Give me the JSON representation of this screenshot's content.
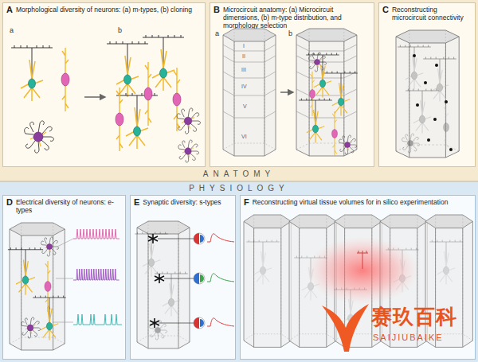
{
  "diagram": {
    "nodes": [
      {
        "text": [
          "A",
          "Morphological diversity of neurons: (a) m-types, (b) cloning"
        ]
      },
      {
        "text": [
          "B",
          "Microcircuit anatomy: (a) Microcircuit dimensions, (b) m-type distribution, and morphology selection"
        ]
      },
      {
        "text": [
          "C",
          "Reconstructing microcircuit connectivity"
        ]
      },
      {
        "text": [
          "D",
          "Electrical diversity of neurons: e-types"
        ]
      },
      {
        "text": [
          "E",
          "Synaptic diversity: s-types"
        ]
      },
      {
        "text": [
          "F",
          "Reconstructing virtual tissue volumes for in silico experimentation"
        ]
      }
    ],
    "labels": [
      "a",
      "b",
      "a",
      "b",
      "I",
      "II",
      "III",
      "IV",
      "V",
      "VI",
      "ANATOMY",
      "PHYSIOLOGY",
      "赛玖百科",
      "SAIJIUBAIKE"
    ]
  }
}
